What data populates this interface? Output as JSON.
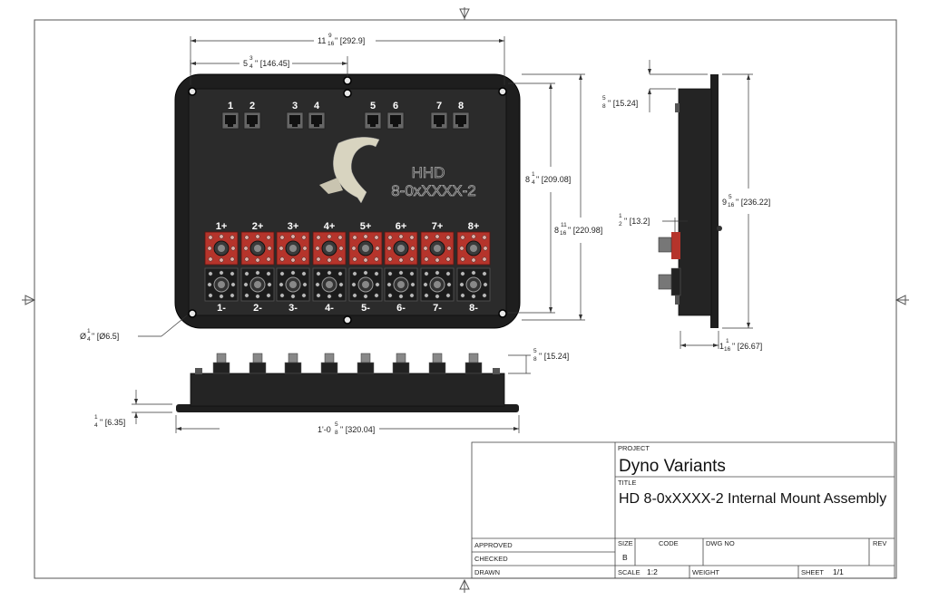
{
  "dimensions": {
    "overall_width": {
      "whole": "11",
      "num": "9",
      "den": "16",
      "suffix": "\" [292.9]"
    },
    "half_width": {
      "whole": "5",
      "num": "3",
      "den": "4",
      "suffix": "\" [146.45]"
    },
    "mount_height": {
      "whole": "8",
      "num": "1",
      "den": "4",
      "suffix": "\" [209.08]"
    },
    "overall_height": {
      "whole": "8",
      "num": "11",
      "den": "16",
      "suffix": "\" [220.98]"
    },
    "hole_dia": {
      "prefix": "Ø",
      "num": "1",
      "den": "4",
      "suffix": "\" [Ø6.5]"
    },
    "side_top_depth": {
      "num": "5",
      "den": "8",
      "suffix": "\" [15.24]"
    },
    "side_height": {
      "whole": "9",
      "num": "5",
      "den": "16",
      "suffix": "\" [236.22]"
    },
    "side_mid": {
      "num": "1",
      "den": "2",
      "suffix": "\" [13.2]"
    },
    "side_depth": {
      "whole": "1",
      "num": "1",
      "den": "16",
      "suffix": "\" [26.67]"
    },
    "bottom_depth": {
      "num": "5",
      "den": "8",
      "suffix": "\" [15.24]"
    },
    "bottom_thickness": {
      "num": "1",
      "den": "4",
      "suffix": "\" [6.35]"
    },
    "bottom_length": {
      "whole": "1'-0",
      "num": "5",
      "den": "8",
      "suffix": "\" [320.04]"
    }
  },
  "panel": {
    "port_labels": [
      "1",
      "2",
      "3",
      "4",
      "5",
      "6",
      "7",
      "8"
    ],
    "logo_line1": "HHD",
    "logo_line2": "8-0xXXXX-2",
    "positive_labels": [
      "1+",
      "2+",
      "3+",
      "4+",
      "5+",
      "6+",
      "7+",
      "8+"
    ],
    "negative_labels": [
      "1-",
      "2-",
      "3-",
      "4-",
      "5-",
      "6-",
      "7-",
      "8-"
    ]
  },
  "title_block": {
    "project_label": "PROJECT",
    "project": "Dyno Variants",
    "title_label": "TITLE",
    "title": "HD 8-0xXXXX-2 Internal Mount Assembly",
    "approved_label": "APPROVED",
    "checked_label": "CHECKED",
    "drawn_label": "DRAWN",
    "size_label": "SIZE",
    "size": "B",
    "code_label": "CODE",
    "dwg_label": "DWG NO",
    "rev_label": "REV",
    "scale_label": "SCALE",
    "scale": "1:2",
    "weight_label": "WEIGHT",
    "sheet_label": "SHEET",
    "sheet": "1/1"
  },
  "colors": {
    "body": "#1e1e1e",
    "panel": "#2b2b2b",
    "red_connector": "#b5342b",
    "line": "#333333"
  }
}
